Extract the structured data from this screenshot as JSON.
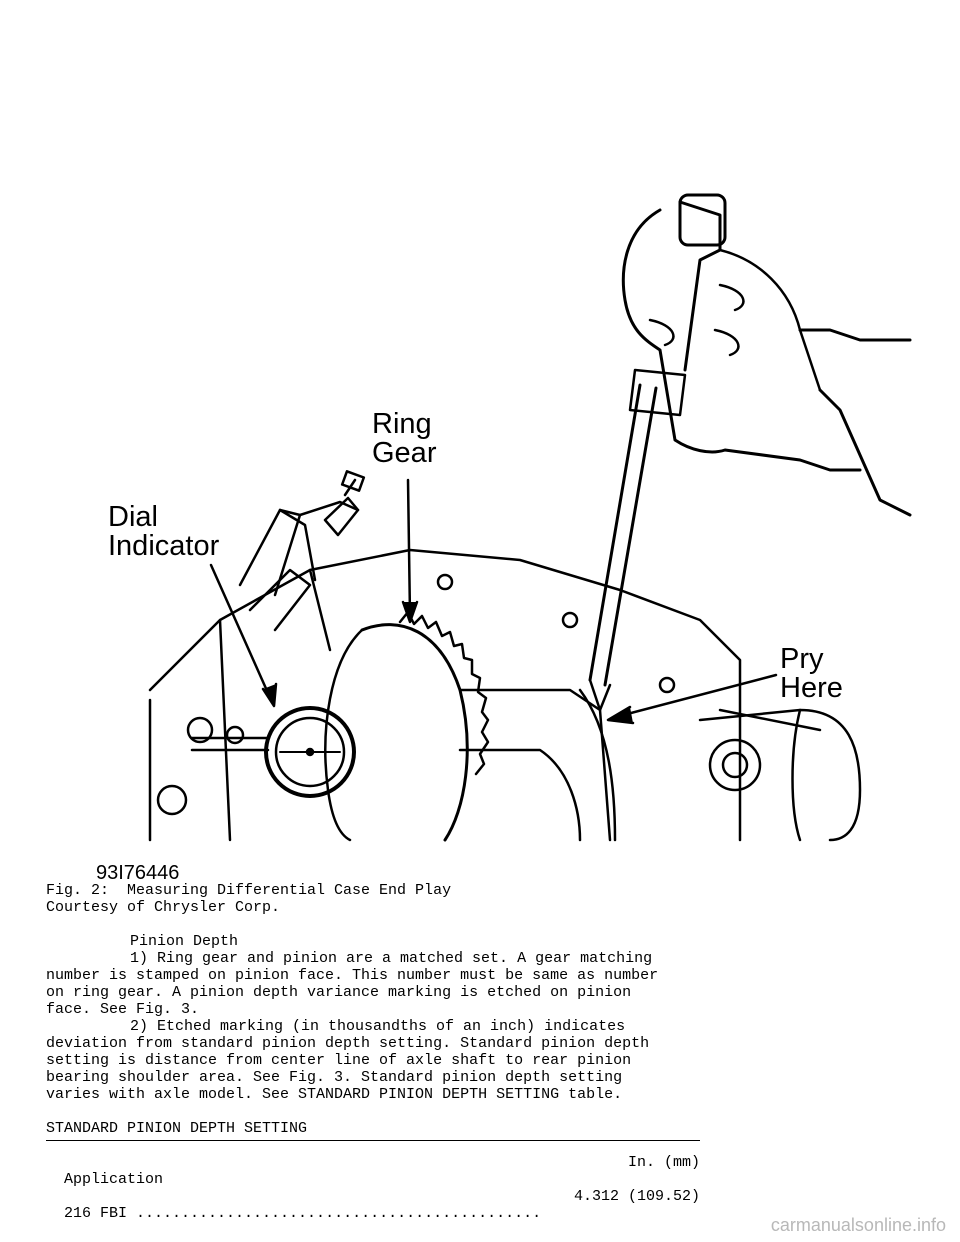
{
  "figure": {
    "labels": {
      "ring_gear_line1": "Ring",
      "ring_gear_line2": "Gear",
      "dial_indicator_line1": "Dial",
      "dial_indicator_line2": "Indicator",
      "pry_here_line1": "Pry",
      "pry_here_line2": "Here"
    },
    "code": "93I76446"
  },
  "caption": {
    "title": "Fig. 2:  Measuring Differential Case End Play",
    "credit": "Courtesy of Chrysler Corp."
  },
  "section": {
    "heading": "Pinion Depth",
    "para1": [
      "1) Ring gear and pinion are a matched set. A gear matching",
      "number is stamped on pinion face. This number must be same as number",
      "on ring gear. A pinion depth variance marking is etched on pinion",
      "face. See Fig. 3."
    ],
    "para2": [
      "2) Etched marking (in thousandths of an inch) indicates",
      "deviation from standard pinion depth setting. Standard pinion depth",
      "setting is distance from center line of axle shaft to rear pinion",
      "bearing shoulder area. See Fig. 3. Standard pinion depth setting",
      "varies with axle model. See STANDARD PINION DEPTH SETTING table."
    ]
  },
  "table": {
    "title": "STANDARD PINION DEPTH SETTING",
    "header": {
      "application": "Application",
      "units": "In. (mm)"
    },
    "rows": [
      {
        "application": "216 FBI",
        "leader": " .............................................",
        "value": "4.312 (109.52)"
      }
    ]
  },
  "footer": {
    "watermark": "carmanualsonline.info"
  }
}
